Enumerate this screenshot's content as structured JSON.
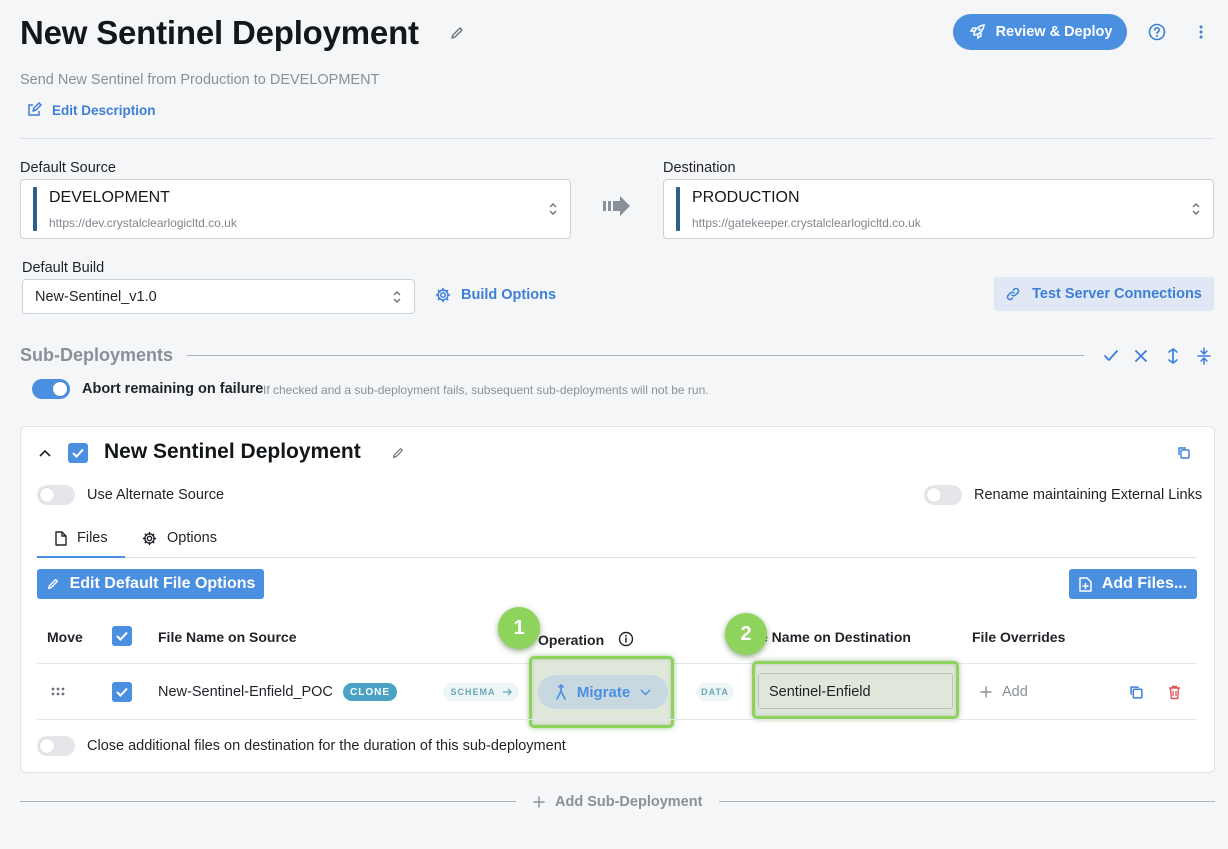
{
  "header": {
    "title": "New Sentinel Deployment",
    "subtitle": "Send New Sentinel from Production to DEVELOPMENT",
    "edit_description": "Edit Description",
    "review_deploy": "Review & Deploy"
  },
  "source": {
    "label": "Default Source",
    "name": "DEVELOPMENT",
    "url": "https://dev.crystalclearlogicltd.co.uk"
  },
  "destination": {
    "label": "Destination",
    "name": "PRODUCTION",
    "url": "https://gatekeeper.crystalclearlogicltd.co.uk"
  },
  "build": {
    "label": "Default Build",
    "value": "New-Sentinel_v1.0",
    "options_label": "Build Options",
    "test_connections": "Test Server Connections"
  },
  "sub_deployments": {
    "title": "Sub-Deployments",
    "abort_label": "Abort remaining on failure",
    "abort_hint": "If checked and a sub-deployment fails, subsequent sub-deployments will not be run.",
    "add_label": "Add Sub-Deployment"
  },
  "card": {
    "title": "New Sentinel Deployment",
    "alt_source": "Use Alternate Source",
    "rename_links": "Rename maintaining External Links",
    "tabs": [
      {
        "label": "Files"
      },
      {
        "label": "Options"
      }
    ],
    "edit_default": "Edit Default File Options",
    "add_files": "Add Files...",
    "columns": {
      "move": "Move",
      "source": "File Name on Source",
      "operation": "Operation",
      "destination": "e Name on Destination",
      "overrides": "File Overrides"
    },
    "row": {
      "source_name": "New-Sentinel-Enfield_POC",
      "clone_badge": "CLONE",
      "schema": "SCHEMA",
      "operation": "Migrate",
      "data": "DATA",
      "dest_name": "Sentinel-Enfield",
      "add_override": "Add"
    },
    "close_files": "Close additional files on destination for the duration of this sub-deployment"
  },
  "markers": {
    "first": "1",
    "second": "2"
  },
  "colors": {
    "accent": "#4b8fe0",
    "highlight": "#8ed35c",
    "delete": "#e05555"
  }
}
